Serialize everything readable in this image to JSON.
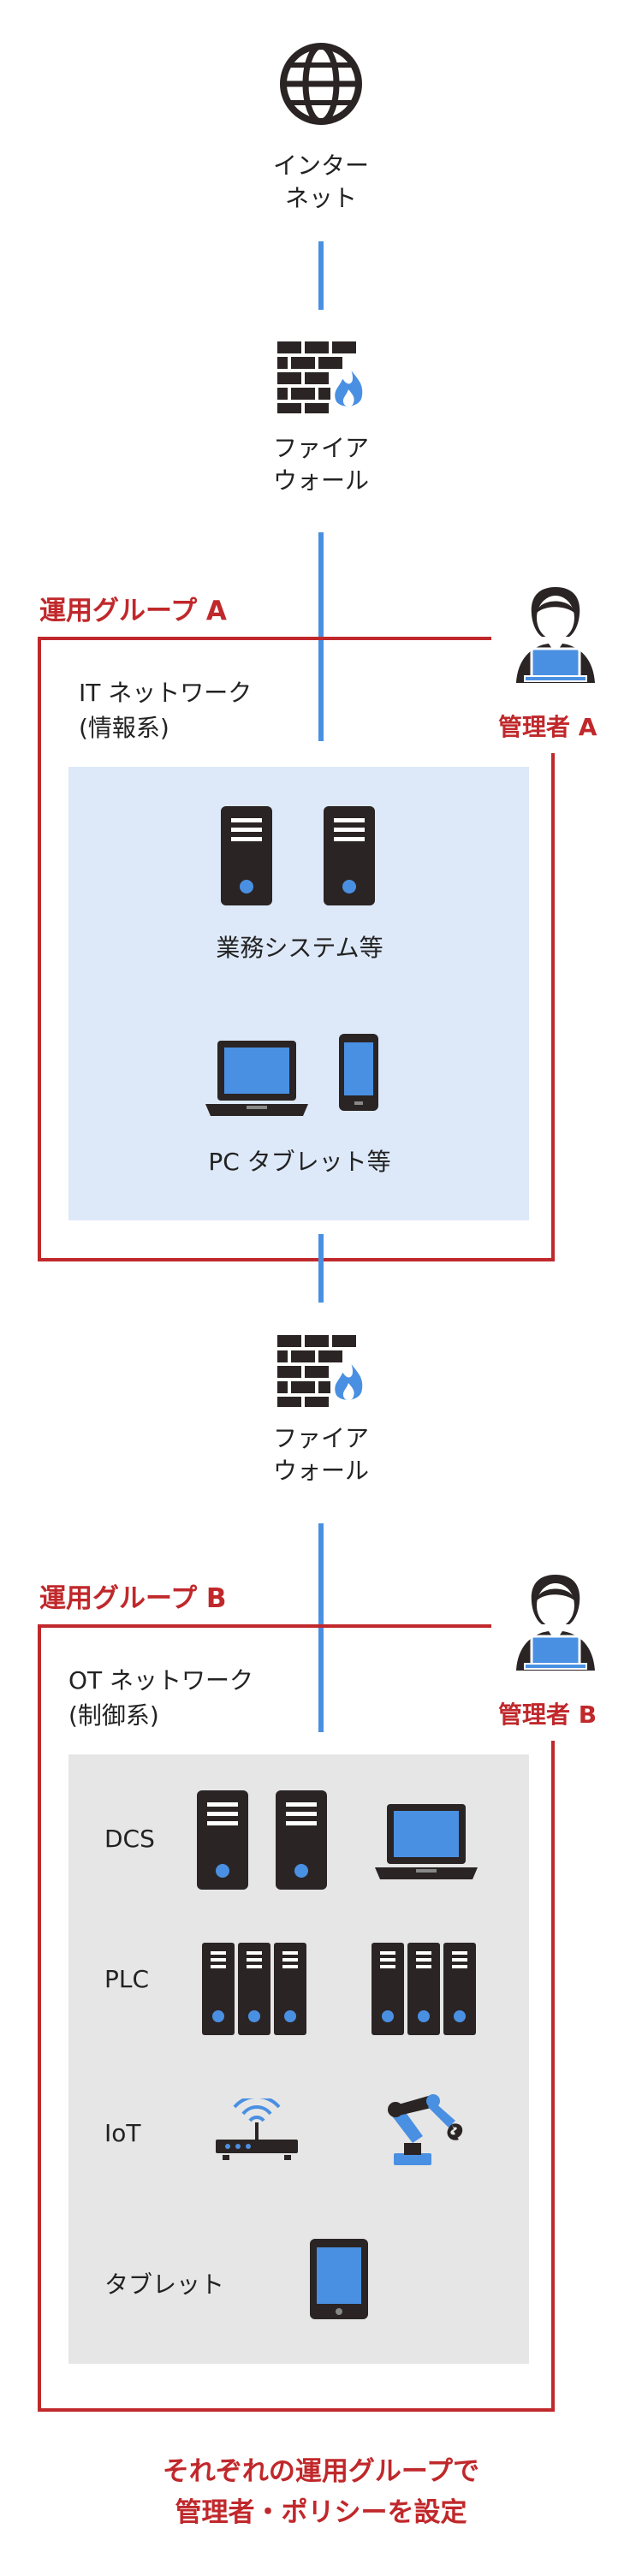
{
  "internet": {
    "label_line1": "インター",
    "label_line2": "ネット",
    "icon": "globe-icon"
  },
  "firewall_top": {
    "label_line1": "ファイア",
    "label_line2": "ウォール",
    "icon": "firewall-icon"
  },
  "firewall_mid": {
    "label_line1": "ファイア",
    "label_line2": "ウォール",
    "icon": "firewall-icon"
  },
  "group_a": {
    "title": "運用グループ A",
    "network_line1": "IT ネットワーク",
    "network_line2": "(情報系)",
    "admin_label": "管理者 A",
    "business_systems_label": "業務システム等",
    "pc_tablet_label": "PC タブレット等"
  },
  "group_b": {
    "title": "運用グループ B",
    "network_line1": "OT ネットワーク",
    "network_line2": "(制御系)",
    "admin_label": "管理者 B",
    "rows": [
      {
        "label": "DCS",
        "icons": [
          "server-icon",
          "laptop-icon"
        ]
      },
      {
        "label": "PLC",
        "icons": [
          "plc-rack-icon",
          "plc-rack-icon"
        ]
      },
      {
        "label": "IoT",
        "icons": [
          "router-icon",
          "robot-arm-icon"
        ]
      },
      {
        "label": "タブレット",
        "icons": [
          "tablet-icon"
        ]
      }
    ]
  },
  "footer": {
    "line1": "それぞれの運用グループで",
    "line2": "管理者・ポリシーを設定"
  },
  "colors": {
    "accent_red": "#c0282b",
    "link_blue": "#4a90e2",
    "it_panel": "#dde9f9",
    "ot_panel": "#e6e6e6",
    "icon_dark": "#2b2424",
    "screen_blue": "#4a90e2"
  }
}
